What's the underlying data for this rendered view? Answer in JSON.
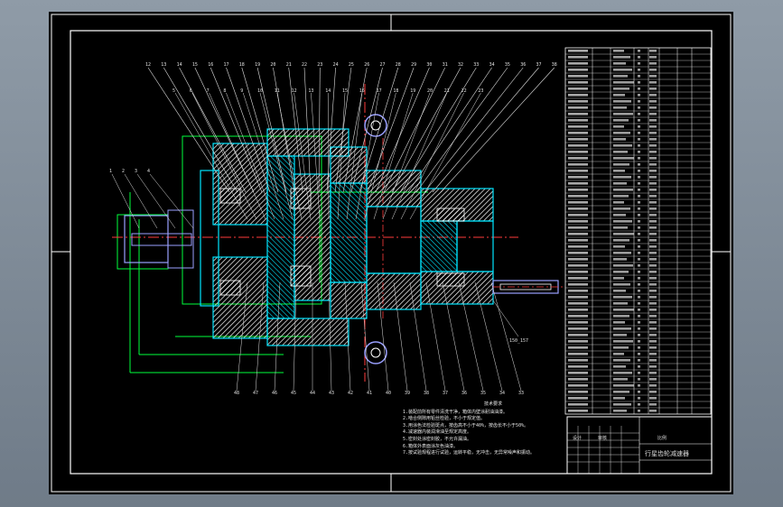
{
  "drawing": {
    "callouts_top_row1": [
      "12",
      "13",
      "14",
      "15",
      "16",
      "17",
      "18",
      "19",
      "20",
      "21",
      "22",
      "23",
      "24",
      "25",
      "26",
      "27",
      "28",
      "29",
      "30",
      "31",
      "32",
      "33",
      "34",
      "35",
      "36",
      "37",
      "38"
    ],
    "callouts_top_row2": [
      "5",
      "6",
      "7",
      "8",
      "9",
      "10",
      "11",
      "12",
      "13",
      "14",
      "15",
      "16",
      "17",
      "18",
      "19",
      "20",
      "21",
      "22",
      "23"
    ],
    "callouts_left": [
      "1",
      "2",
      "3",
      "4"
    ],
    "callouts_bottom": [
      "48",
      "47",
      "46",
      "45",
      "44",
      "43",
      "42",
      "41",
      "40",
      "39",
      "38",
      "37",
      "36",
      "35",
      "34",
      "33"
    ],
    "callout_right": "150_157",
    "notes_title": "技术要求",
    "notes": [
      "1.装配前所有零件清洗干净，箱体内壁涂耐油油漆。",
      "2.啮合侧隙用铅丝检验，不小于规定值。",
      "3.用涂色法检验斑点，按齿高不小于40%，按齿长不小于50%。",
      "4.减速器内装润滑油至规定高度。",
      "5.密封处涂密封胶，不允许漏油。",
      "6.箱体外表面涂灰色油漆。",
      "7.按试验规程进行试验，运转平稳，无冲击，无异常噪声和振动。"
    ],
    "title_block": {
      "title": "行星齿轮减速器",
      "label_a": "设计",
      "label_b": "审核",
      "label_c": "比例"
    }
  },
  "colors": {
    "background": "#000000",
    "frame": "#ffffff",
    "outline": "#9aa0ff",
    "section": "#00e5ff",
    "hatch": "#ffffff",
    "centerline": "#ff3b3b",
    "dimension": "#00ff3c",
    "leader": "#e0e0e0",
    "table_text": "#e0e0e0"
  }
}
